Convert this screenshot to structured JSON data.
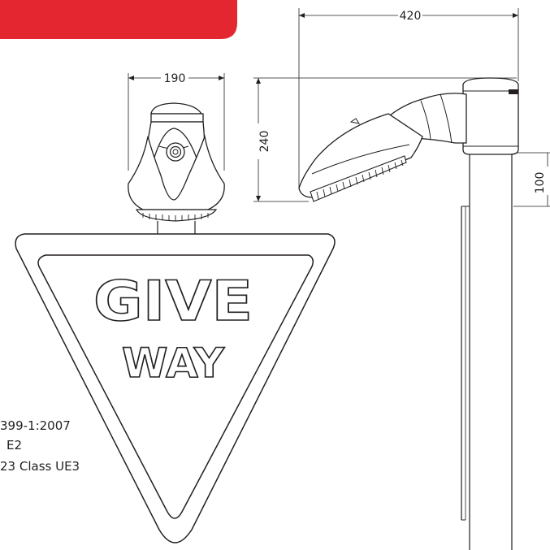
{
  "colors": {
    "accent_banner": "#e3262f",
    "line": "#231f20",
    "background": "#ffffff"
  },
  "dimensions": {
    "side_width": "420",
    "front_width": "190",
    "height": "240",
    "post_offset": "100"
  },
  "sign": {
    "line1": "GIVE",
    "line2": "WAY"
  },
  "specs": [
    "399-1:2007",
    "E2",
    "23 Class UE3"
  ]
}
